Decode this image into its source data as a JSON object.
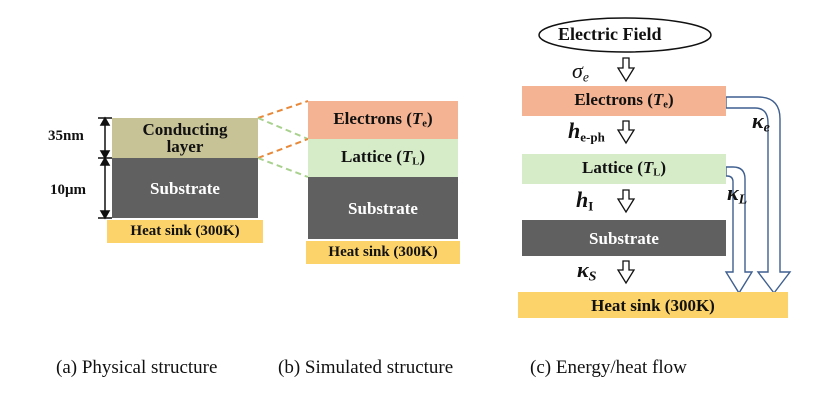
{
  "panel_a": {
    "conducting_layer": "Conducting layer",
    "substrate": "Substrate",
    "heat_sink": "Heat sink (300K)",
    "thickness_top": "35nm",
    "thickness_bottom": "10μm"
  },
  "panel_b": {
    "electrons": "Electrons (",
    "electrons_sym": "T",
    "electrons_sub": "e",
    "lattice": "Lattice (",
    "lattice_sym": "T",
    "lattice_sub": "L",
    "close": ")",
    "substrate": "Substrate",
    "heat_sink": "Heat sink (300K)"
  },
  "panel_c": {
    "electric_field": "Electric Field",
    "sigma": "σ",
    "sigma_sub": "e",
    "electrons": "Electrons (",
    "electrons_sym": "T",
    "electrons_sub": "e",
    "lattice": "Lattice (",
    "lattice_sym": "T",
    "lattice_sub": "L",
    "close": ")",
    "h_eph": "h",
    "h_eph_sub": "e-ph",
    "h_i": "h",
    "h_i_sub": "I",
    "kappa_e": "κ",
    "kappa_e_sub": "e",
    "kappa_l": "κ",
    "kappa_l_sub": "L",
    "kappa_s": "κ",
    "kappa_s_sub": "S",
    "substrate": "Substrate",
    "heat_sink": "Heat sink (300K)"
  },
  "captions": {
    "a": "(a) Physical structure",
    "b": "(b) Simulated structure",
    "c": "(c) Energy/heat flow"
  },
  "colors": {
    "conducting": "#c8c397",
    "substrate": "#606060",
    "heat_sink": "#fcd36b",
    "electrons": "#f4b393",
    "lattice": "#d6ecc9",
    "dash_orange": "#e8893a",
    "dash_green": "#a9d18e",
    "flow_arrow": "#3f5f8f"
  }
}
